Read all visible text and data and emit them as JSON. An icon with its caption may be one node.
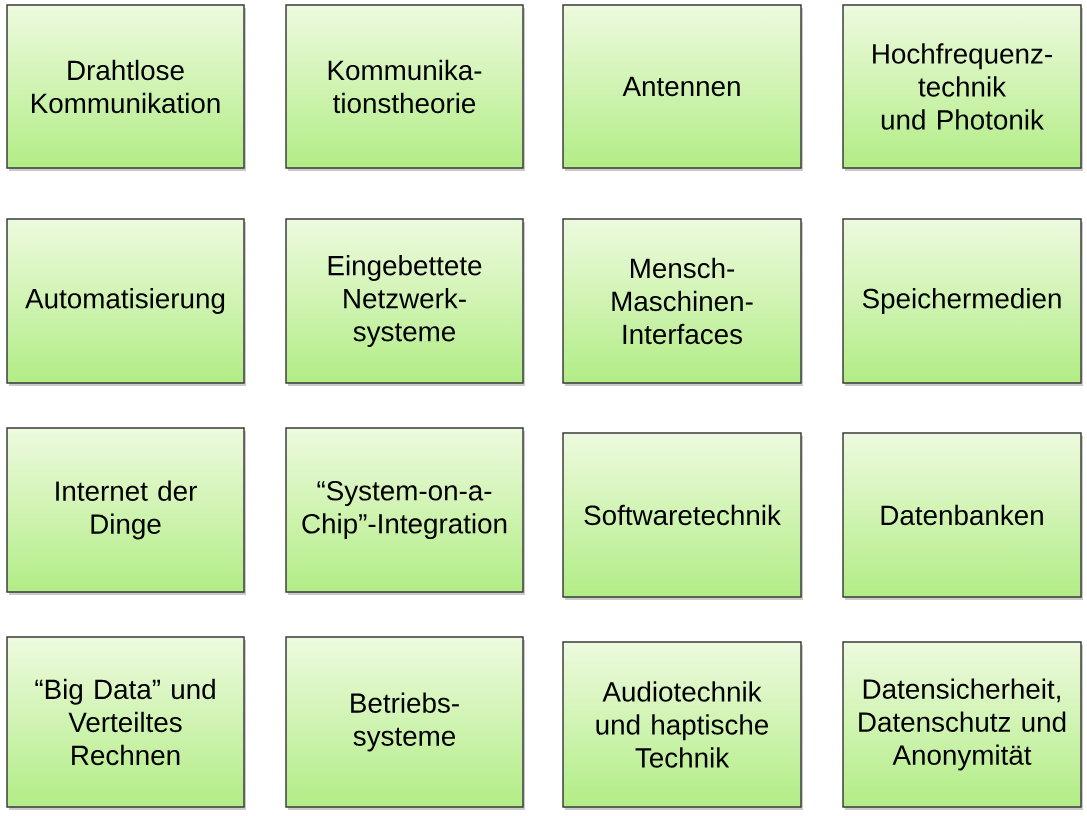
{
  "diagram": {
    "nodes": [
      {
        "text": [
          "Drahtlose Kommunikation"
        ]
      },
      {
        "text": [
          "Kommunika- tionstheorie"
        ]
      },
      {
        "text": [
          "Antennen"
        ]
      },
      {
        "text": [
          "Hochfrequenz- technik und Photonik"
        ]
      },
      {
        "text": [
          "Automatisierung"
        ]
      },
      {
        "text": [
          "Eingebettete Netzwerk- systeme"
        ]
      },
      {
        "text": [
          "Mensch- Maschinen- Interfaces"
        ]
      },
      {
        "text": [
          "Speichermedien"
        ]
      },
      {
        "text": [
          "Internet der Dinge"
        ]
      },
      {
        "text": [
          "“System-on-a- Chip”-Integration"
        ]
      },
      {
        "text": [
          "Softwaretechnik"
        ]
      },
      {
        "text": [
          "Datenbanken"
        ]
      },
      {
        "text": [
          "“Big Data” und Verteiltes Rechnen"
        ]
      },
      {
        "text": [
          "Betriebs- systeme"
        ]
      },
      {
        "text": [
          "Audiotechnik und haptische Technik"
        ]
      },
      {
        "text": [
          "Datensicherheit, Datenschutz und Anonymität"
        ]
      }
    ]
  }
}
